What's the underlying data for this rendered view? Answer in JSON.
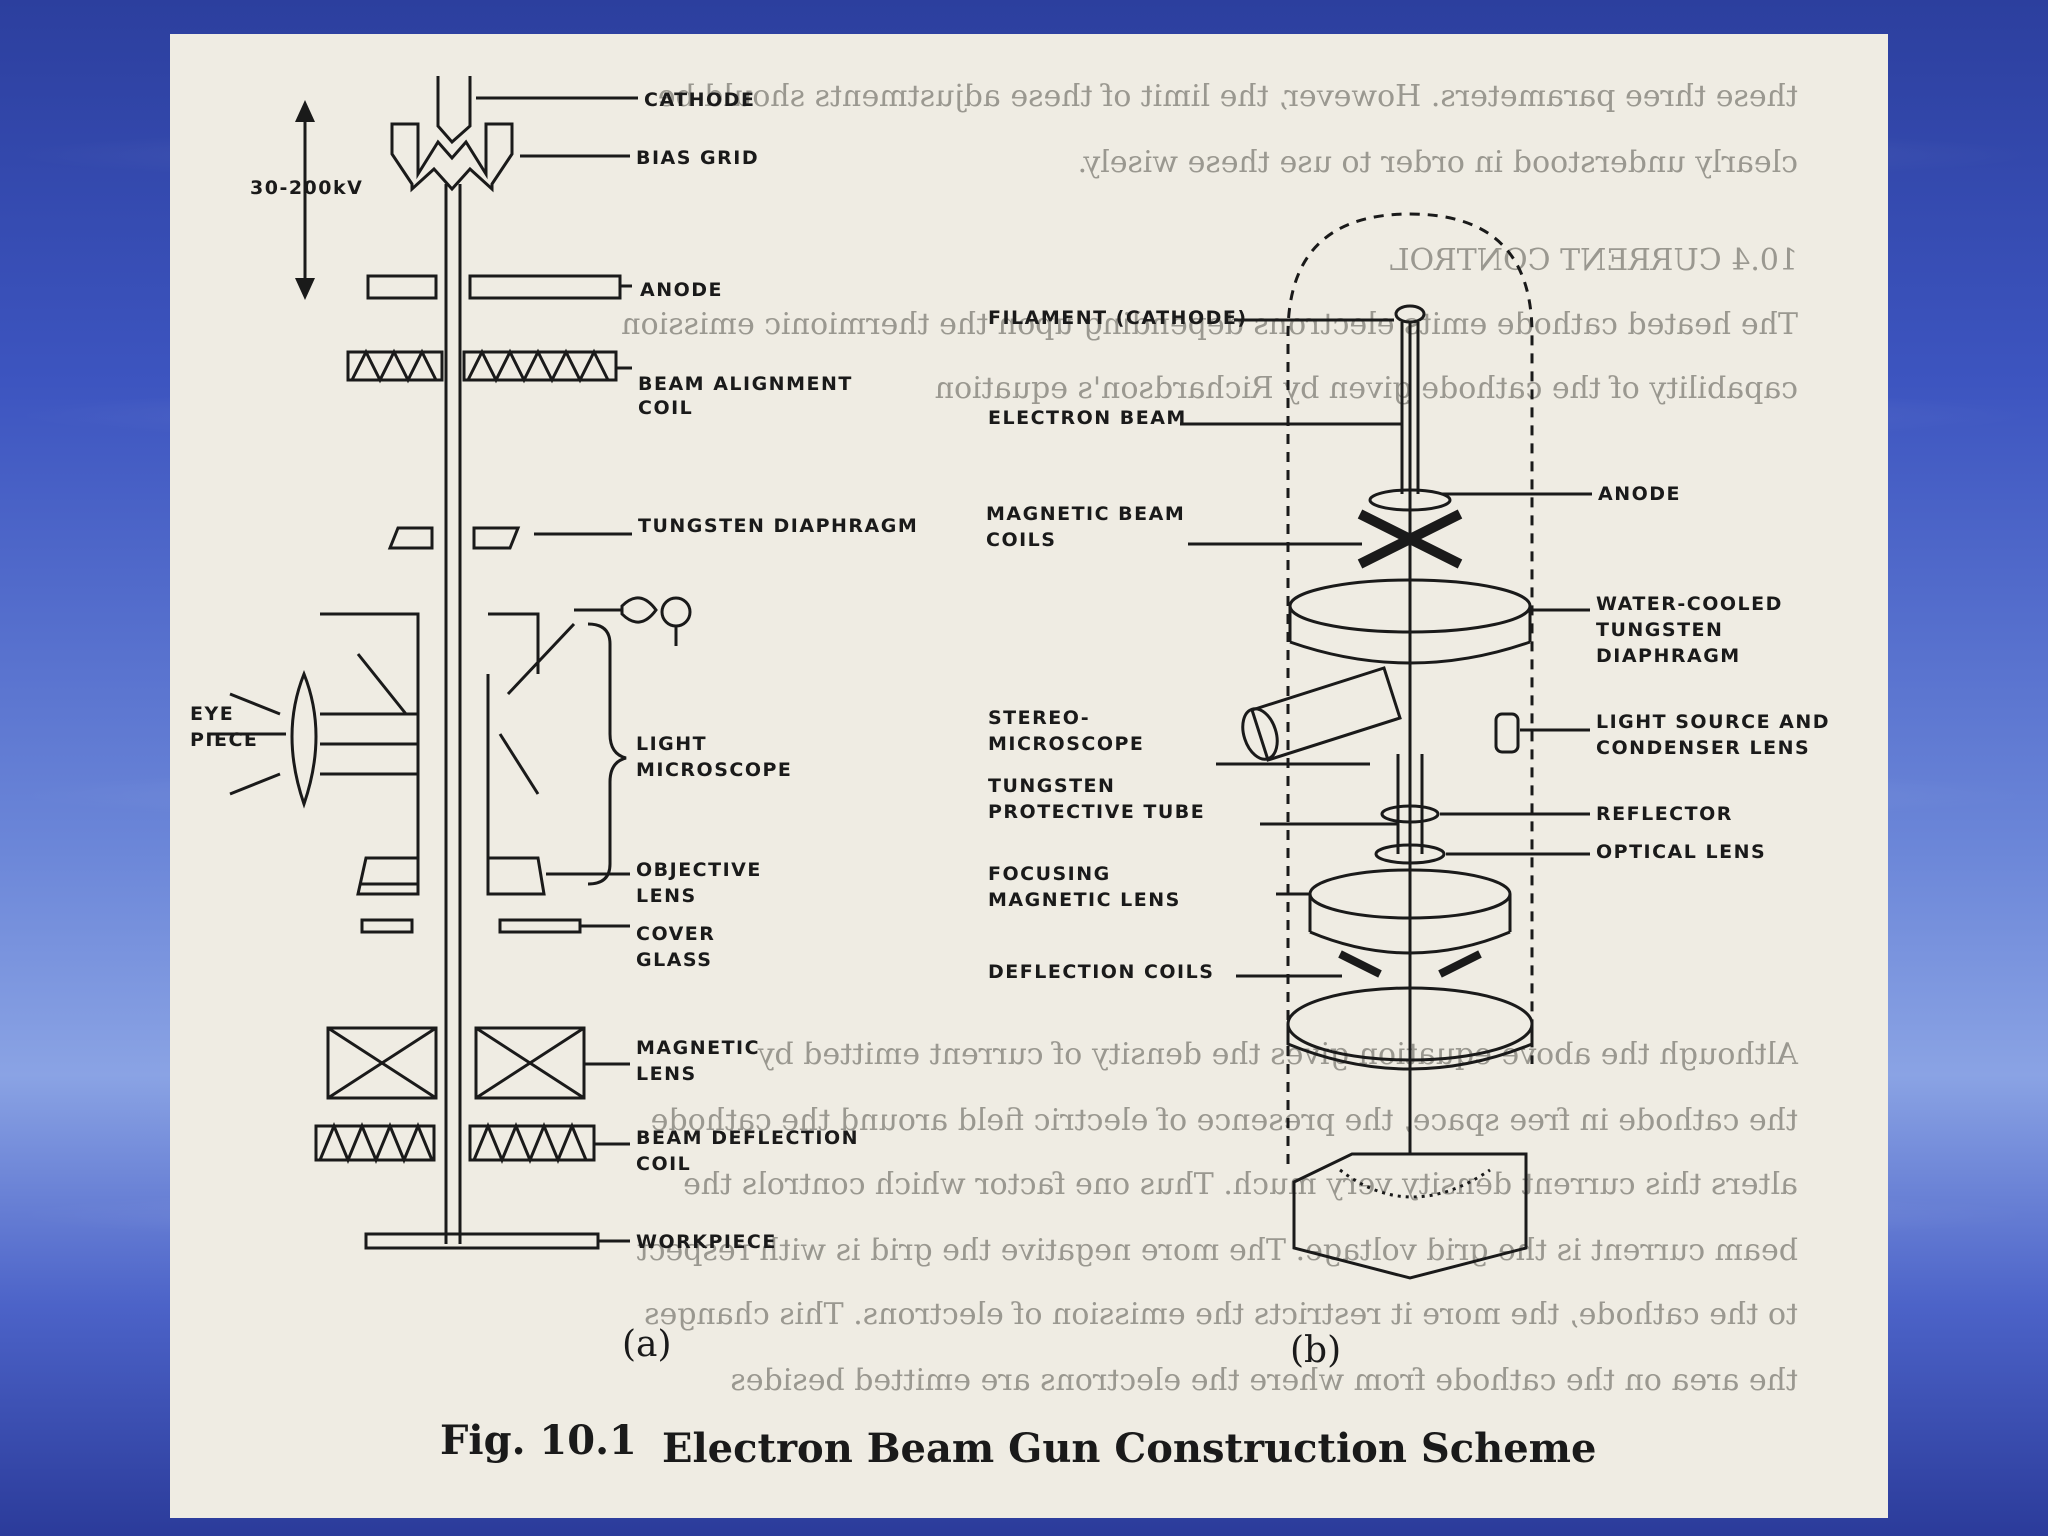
{
  "figure": {
    "caption_number": "Fig. 10.1",
    "caption_title": "Electron Beam Gun Construction Scheme",
    "panel_a_label": "(a)",
    "panel_b_label": "(b)"
  },
  "panel_a": {
    "voltage": "30-200kV",
    "cathode": "CATHODE",
    "bias_grid": "BIAS GRID",
    "anode": "ANODE",
    "beam_alignment_coil_1": "BEAM ALIGNMENT",
    "beam_alignment_coil_2": "COIL",
    "tungsten_diaphragm": "TUNGSTEN DIAPHRAGM",
    "eye_piece_1": "EYE",
    "eye_piece_2": "PIECE",
    "light_microscope_1": "LIGHT",
    "light_microscope_2": "MICROSCOPE",
    "objective_lens_1": "OBJECTIVE",
    "objective_lens_2": "LENS",
    "cover_glass_1": "COVER",
    "cover_glass_2": "GLASS",
    "magnetic_lens_1": "MAGNETIC",
    "magnetic_lens_2": "LENS",
    "beam_deflection_coil_1": "BEAM DEFLECTION",
    "beam_deflection_coil_2": "COIL",
    "workpiece": "WORKPIECE"
  },
  "panel_b": {
    "filament": "FILAMENT (CATHODE)",
    "electron_beam": "ELECTRON BEAM",
    "magnetic_beam_coils_1": "MAGNETIC BEAM",
    "magnetic_beam_coils_2": "COILS",
    "anode": "ANODE",
    "water_cooled_1": "WATER-COOLED",
    "water_cooled_2": "TUNGSTEN",
    "water_cooled_3": "DIAPHRAGM",
    "stereo_microscope_1": "STEREO-",
    "stereo_microscope_2": "MICROSCOPE",
    "light_source_1": "LIGHT SOURCE AND",
    "light_source_2": "CONDENSER LENS",
    "tungsten_tube_1": "TUNGSTEN",
    "tungsten_tube_2": "PROTECTIVE TUBE",
    "reflector": "REFLECTOR",
    "optical_lens": "OPTICAL LENS",
    "focusing_lens_1": "FOCUSING",
    "focusing_lens_2": "MAGNETIC LENS",
    "deflection_coils": "DEFLECTION COILS"
  },
  "bleed_text": {
    "l1": "these three parameters. However, the limit of these adjustments should be",
    "l2": "clearly understood in order to use these wisely.",
    "l3": "10.4 CURRENT CONTROL",
    "l4": "The heated cathode emits electrons depending upon the thermionic emission",
    "l5": "capability of the cathode given by Richardson's equation",
    "l6": "Although the above equation gives the density of current emitted by",
    "l7": "the cathode in free space, the presence of electric field around the cathode",
    "l8": "alters this current density very much. Thus one factor which controls the",
    "l9": "beam current is the grid voltage. The more negative the grid is with respect",
    "l10": "to the cathode, the more it restricts the emission of electrons. This changes",
    "l11": "the area on the cathode from where the electrons are emitted besides"
  }
}
